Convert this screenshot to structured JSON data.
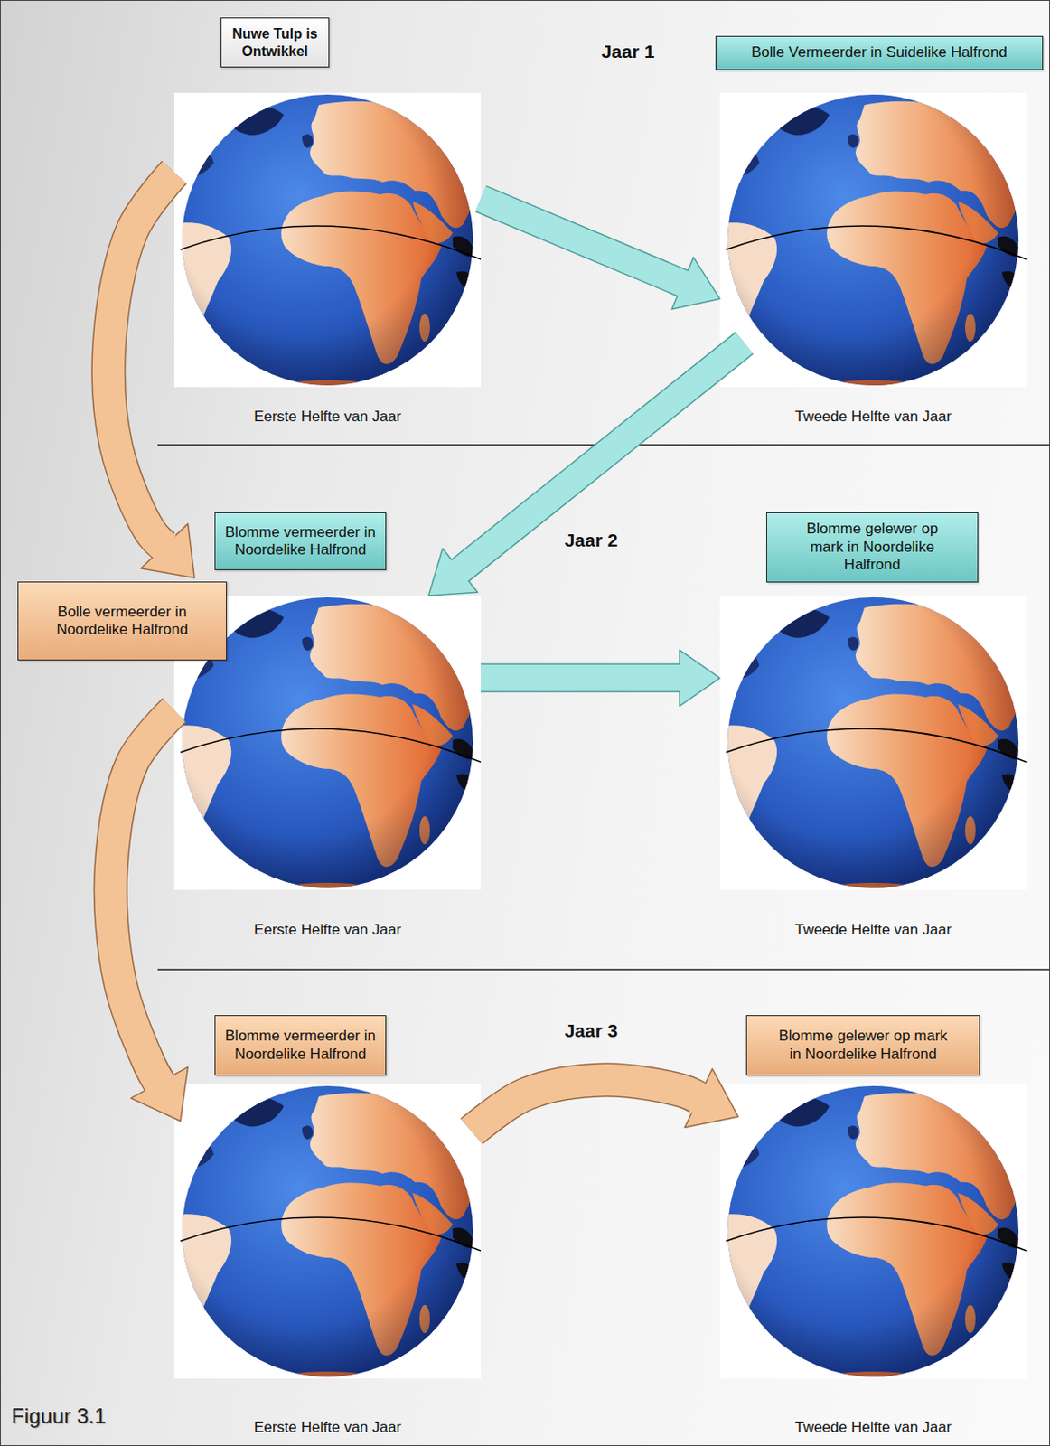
{
  "diagram": {
    "caption": "Figuur 3.1",
    "nodes": [
      {
        "text": [
          "Nuwe Tulp is Ontwikkel"
        ]
      },
      {
        "text": [
          "Bolle Vermeerder in Suidelike Halfrond"
        ]
      },
      {
        "text": [
          "Eerste Helfte van Jaar"
        ]
      },
      {
        "text": [
          "Tweede Helfte van Jaar"
        ]
      },
      {
        "text": [
          "Blomme vermeerder in Noordelike Halfrond"
        ]
      },
      {
        "text": [
          "Blomme gelewer op mark in Noordelike Halfrond"
        ]
      },
      {
        "text": [
          "Bolle vermeerder in Noordelike Halfrond"
        ]
      },
      {
        "text": [
          "Eerste Helfte van Jaar"
        ]
      },
      {
        "text": [
          "Tweede Helfte van Jaar"
        ]
      },
      {
        "text": [
          "Blomme vermeerder in Noordelike Halfrond"
        ]
      },
      {
        "text": [
          "Blomme gelewer op mark in Noordelike Halfrond"
        ]
      },
      {
        "text": [
          "Eerste Helfte van Jaar"
        ]
      },
      {
        "text": [
          "Tweede Helfte van Jaar"
        ]
      }
    ],
    "edges": [
      {
        "from": 2,
        "to": 3,
        "arrow": "to"
      },
      {
        "from": 3,
        "to": 7,
        "arrow": "to"
      },
      {
        "from": 7,
        "to": 8,
        "arrow": "to"
      },
      {
        "from": 2,
        "to": 7,
        "arrow": "to"
      },
      {
        "from": 7,
        "to": 11,
        "arrow": "to"
      },
      {
        "from": 11,
        "to": 12,
        "arrow": "to"
      }
    ],
    "labels": [
      "Jaar 1",
      "Jaar 2",
      "Jaar 3"
    ]
  }
}
